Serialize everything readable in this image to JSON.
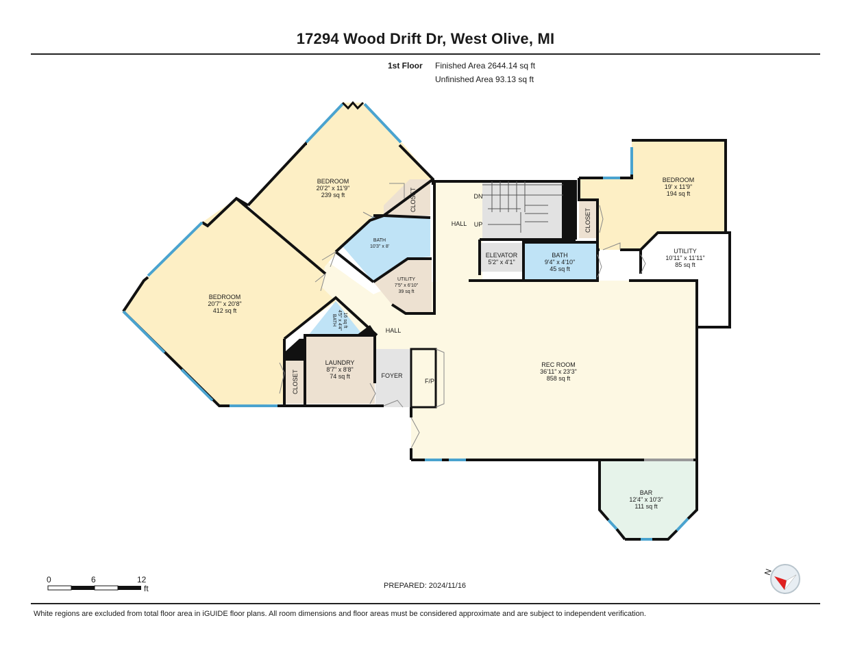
{
  "header": {
    "address": "17294 Wood Drift Dr, West Olive, MI",
    "floor": "1st Floor",
    "finished_area": "Finished Area 2644.14 sq ft",
    "unfinished_area": "Unfinished Area 93.13 sq ft"
  },
  "rooms": {
    "bedroom_top": {
      "name": "BEDROOM",
      "dims": "20'2\" x 11'9\"",
      "area": "239 sq ft"
    },
    "bedroom_left": {
      "name": "BEDROOM",
      "dims": "20'7\" x 20'8\"",
      "area": "412 sq ft"
    },
    "bedroom_right": {
      "name": "BEDROOM",
      "dims": "19' x 11'9\"",
      "area": "194 sq ft"
    },
    "bath_upper": {
      "name": "BATH",
      "dims": "10'3\" x 8'"
    },
    "utility_small": {
      "name": "UTILITY",
      "dims": "7'5\" x 6'10\"",
      "area": "39 sq ft"
    },
    "bath_small": {
      "name": "BATH",
      "dims": "4'5\" x 4'4\"",
      "area": "16 sq ft"
    },
    "laundry": {
      "name": "LAUNDRY",
      "dims": "8'7\" x 8'8\"",
      "area": "74 sq ft"
    },
    "elevator": {
      "name": "ELEVATOR",
      "dims": "5'2\" x 4'1\""
    },
    "bath_center": {
      "name": "BATH",
      "dims": "9'4\" x 4'10\"",
      "area": "45 sq ft"
    },
    "utility_right": {
      "name": "UTILITY",
      "dims": "10'11\" x 11'11\"",
      "area": "85 sq ft"
    },
    "rec_room": {
      "name": "REC ROOM",
      "dims": "36'11\" x 23'3\"",
      "area": "858 sq ft"
    },
    "bar": {
      "name": "BAR",
      "dims": "12'4\" x 10'3\"",
      "area": "111 sq ft"
    },
    "closet_top": "CLOSET",
    "closet_right": "CLOSET",
    "closet_left": "CLOSET",
    "hall_upper": "HALL",
    "hall_lower": "HALL",
    "foyer": "FOYER",
    "fireplace": "F/P",
    "stair_down": "DN",
    "stair_up": "UP"
  },
  "scale": {
    "labels": [
      "0",
      "6",
      "12"
    ],
    "unit": "ft"
  },
  "compass": {
    "north": "N"
  },
  "footer": {
    "prepared": "PREPARED: 2024/11/16",
    "disclaimer": "White regions are excluded from total floor area in iGUIDE floor plans. All room dimensions and floor areas must be considered approximate and are subject to independent verification."
  },
  "colors": {
    "bedroom": "#fdefc5",
    "bath": "#bfe3f6",
    "utility": "#ede1d1",
    "rec_room": "#fdf8e3",
    "bar": "#e6f3ea",
    "wall": "#111111",
    "window": "#4aa3cf",
    "compass_arrow": "#e02020"
  }
}
